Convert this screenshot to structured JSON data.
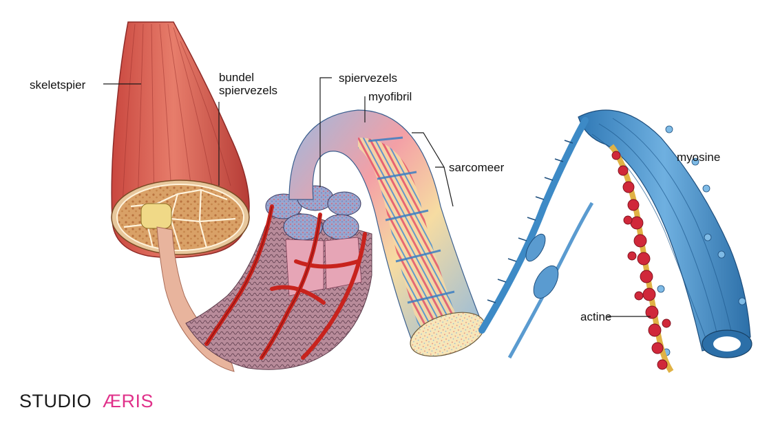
{
  "labels": {
    "skeletal_muscle": "skeletspier",
    "fiber_bundle_line1": "bundel",
    "fiber_bundle_line2": "spiervezels",
    "muscle_fibers": "spiervezels",
    "myofibril": "myofibril",
    "sarcomere": "sarcomeer",
    "myosin": "myosine",
    "actin": "actine"
  },
  "brand": {
    "word1": "STUDIO",
    "word2": "ÆRIS"
  },
  "colors": {
    "muscle_red": "#d9574d",
    "muscle_light": "#e8846f",
    "tendon_tan": "#e6c7a0",
    "vessel_red": "#c8231d",
    "myofibril_blue": "#6ea8d8",
    "myofibril_pink": "#f08a96",
    "myofibril_yellow": "#f3dc9a",
    "myosin_blue": "#3d8ac6",
    "actin_red": "#d0283a",
    "brand_dark": "#1a1a1a",
    "brand_accent": "#e0318a"
  }
}
